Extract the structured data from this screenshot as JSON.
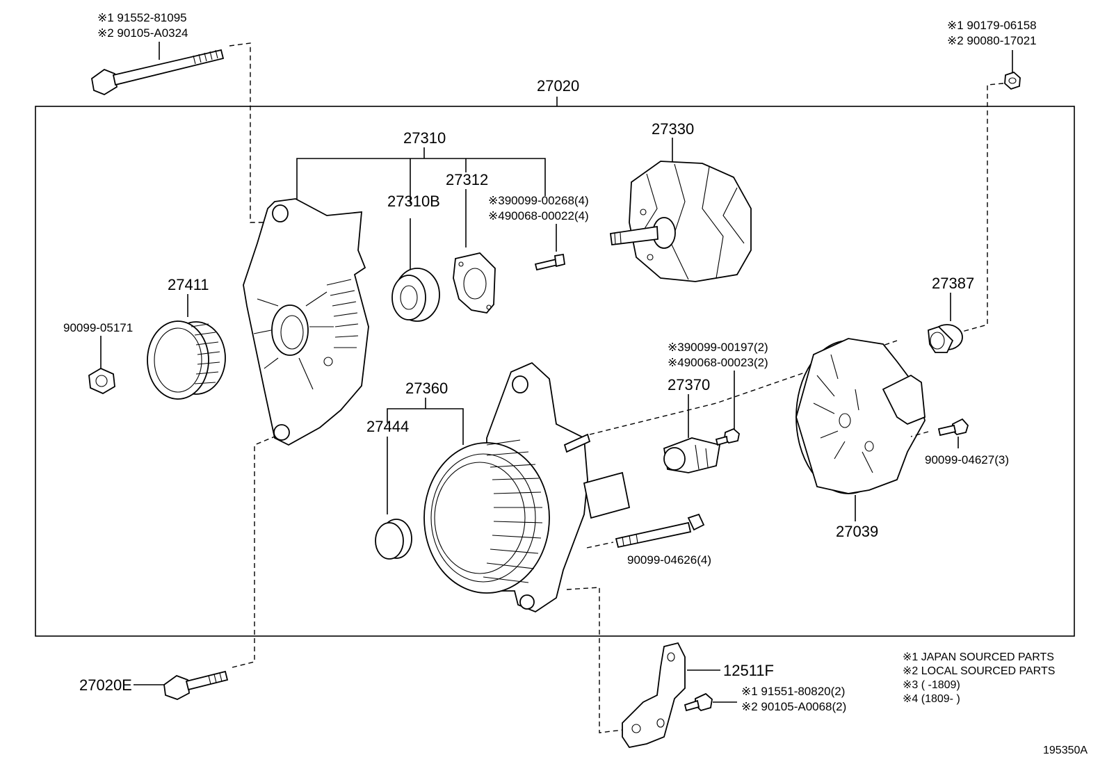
{
  "parts": {
    "p27020": "27020",
    "p27310": "27310",
    "p27310B": "27310B",
    "p27312": "27312",
    "p27330": "27330",
    "p27411": "27411",
    "p90099_05171": "90099-05171",
    "p27360": "27360",
    "p27444": "27444",
    "p27370": "27370",
    "p27387": "27387",
    "p27039": "27039",
    "p90099_04627": "90099-04627(3)",
    "p90099_04626": "90099-04626(4)",
    "p27020E": "27020E",
    "p12511F": "12511F"
  },
  "notes": {
    "bolt_top_1": "※1 91552-81095",
    "bolt_top_2": "※2 90105-A0324",
    "nut_top_1": "※1  90179-06158",
    "nut_top_2": "※2  90080-17021",
    "screw_rectifier_3": "※390099-00268(4)",
    "screw_rectifier_4": "※490068-00022(4)",
    "screw_brush_3": "※390099-00197(2)",
    "screw_brush_4": "※490068-00023(2)",
    "bracket_bolt_1": "※1  91551-80820(2)",
    "bracket_bolt_2": "※2  90105-A0068(2)"
  },
  "legend": {
    "line1": "※1 JAPAN SOURCED PARTS",
    "line2": "※2 LOCAL SOURCED PARTS",
    "line3": "※3 (        -1809)",
    "line4": "※4 (1809-        )"
  },
  "figure_id": "195350A"
}
